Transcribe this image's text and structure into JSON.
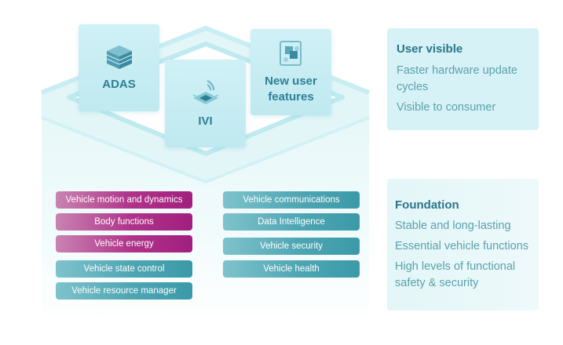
{
  "cards": {
    "adas": "ADAS",
    "ivi": "IVI",
    "new_features": [
      "New user",
      "features"
    ]
  },
  "left_column": [
    {
      "label": "Vehicle motion and dynamics",
      "color": "magenta"
    },
    {
      "label": "Body functions",
      "color": "magenta"
    },
    {
      "label": "Vehicle energy",
      "color": "magenta"
    },
    {
      "label": "Vehicle state control",
      "color": "teal"
    },
    {
      "label": "Vehicle resource manager",
      "color": "teal"
    }
  ],
  "right_column": [
    {
      "label": "Vehicle communications",
      "color": "teal"
    },
    {
      "label": "Data Intelligence",
      "color": "teal"
    },
    {
      "label": "Vehicle security",
      "color": "teal"
    },
    {
      "label": "Vehicle health",
      "color": "teal"
    }
  ],
  "user_visible": {
    "title": "User visible",
    "lines": [
      "Faster hardware update",
      "cycles",
      "Visible to consumer"
    ]
  },
  "foundation": {
    "title": "Foundation",
    "lines": [
      "Stable and long-lasting",
      "Essential vehicle functions",
      "High levels of functional",
      "safety & security"
    ]
  },
  "colors": {
    "magenta": "#a11f7e",
    "teal": "#3b9aa8",
    "card_text": "#2f7f94",
    "panel_title": "#2b7489",
    "panel_text": "#5aa1ad"
  }
}
